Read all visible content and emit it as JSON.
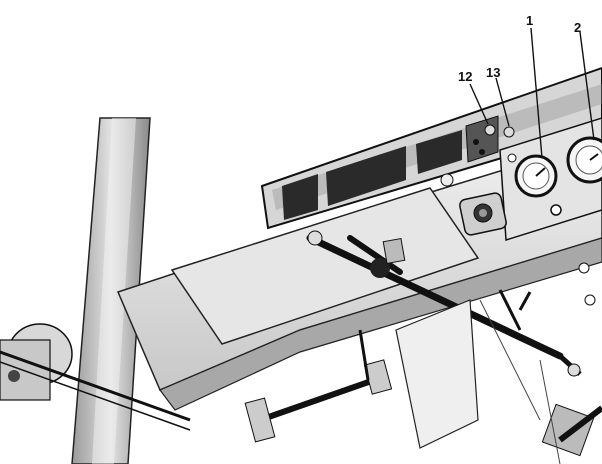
{
  "callouts": {
    "c1": "1",
    "c2": "2",
    "c12": "12",
    "c13": "13"
  },
  "colors": {
    "ink": "#111111",
    "light": "#e9e9e9",
    "mid": "#bdbdbd",
    "dark": "#5a5a5a"
  }
}
